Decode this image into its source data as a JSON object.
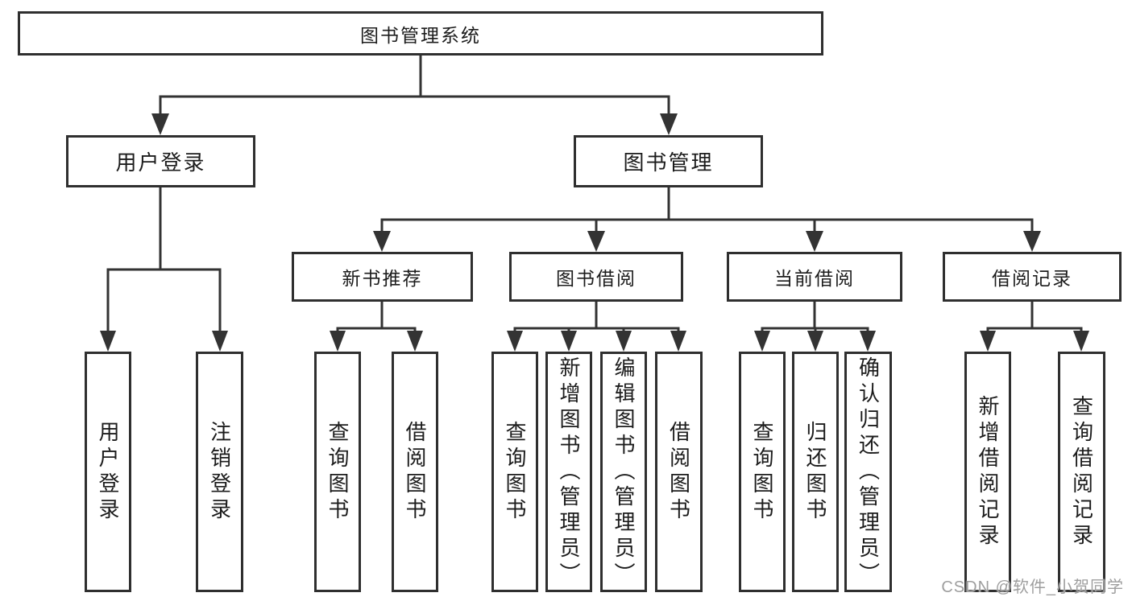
{
  "diagram": {
    "root": {
      "label": "图书管理系统"
    },
    "level2": [
      {
        "label": "用户登录"
      },
      {
        "label": "图书管理"
      }
    ],
    "level3": [
      {
        "label": "新书推荐"
      },
      {
        "label": "图书借阅"
      },
      {
        "label": "当前借阅"
      },
      {
        "label": "借阅记录"
      }
    ],
    "leaves": [
      {
        "label": "用户登录"
      },
      {
        "label": "注销登录"
      },
      {
        "label": "查询图书"
      },
      {
        "label": "借阅图书"
      },
      {
        "label": "查询图书"
      },
      {
        "label": "新增图书（管理员）"
      },
      {
        "label": "编辑图书（管理员）"
      },
      {
        "label": "借阅图书"
      },
      {
        "label": "查询图书"
      },
      {
        "label": "归还图书"
      },
      {
        "label": "确认归还（管理员）"
      },
      {
        "label": "新增借阅记录"
      },
      {
        "label": "查询借阅记录"
      }
    ]
  },
  "watermark": {
    "text": "CSDN @软件_小贺同学"
  },
  "colors": {
    "line": "#333333",
    "box_border": "#2f2f2f",
    "text": "#1c1c1c",
    "watermark": "#9e9e9e",
    "background": "#ffffff"
  }
}
